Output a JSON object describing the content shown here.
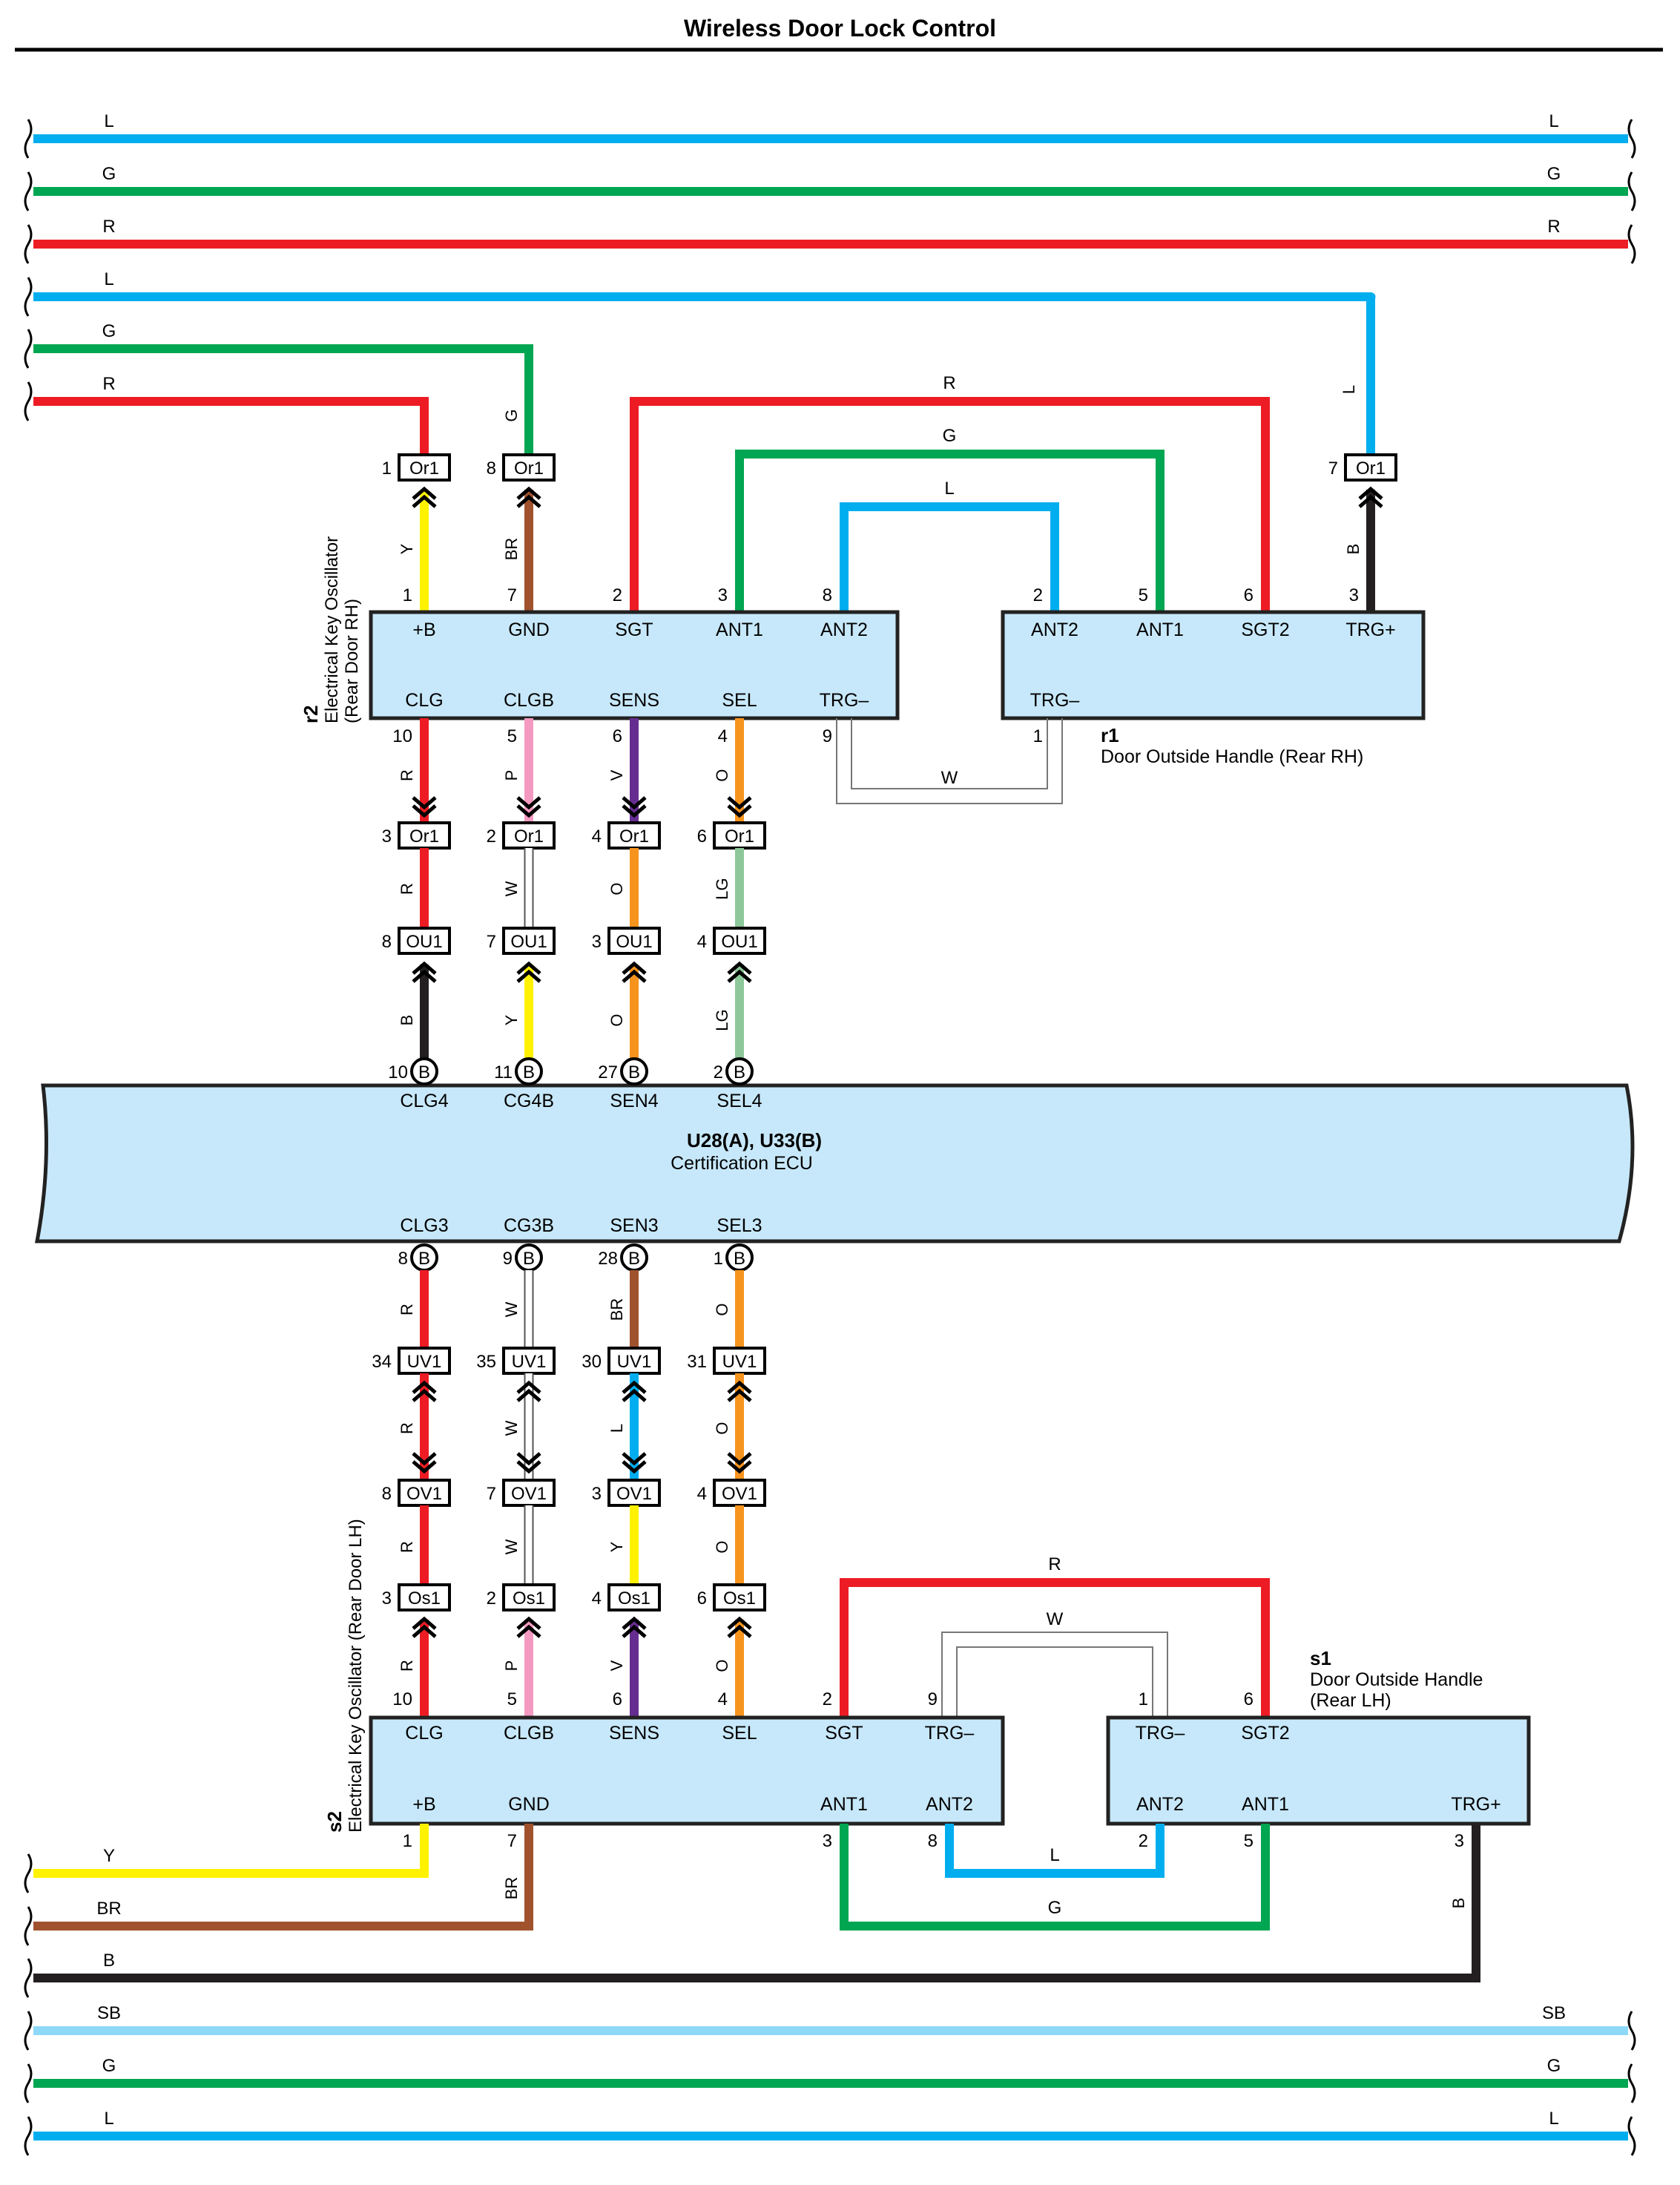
{
  "title": "Wireless Door Lock Control",
  "colors": {
    "L": "#00aeef",
    "G": "#00a651",
    "R": "#ed1c24",
    "Y": "#fff200",
    "BR": "#a0522d",
    "P": "#f49ac1",
    "V": "#662d91",
    "O": "#f7941d",
    "LG": "#8dc89b",
    "B": "#231f20",
    "W": "#ffffff",
    "SB": "#8ed8f8",
    "box_fill": "#c7e8fa",
    "ecu_fill": "#c7e8fa"
  },
  "buses": {
    "top": [
      {
        "code": "L",
        "left_label": "L",
        "right_label": "L"
      },
      {
        "code": "G",
        "left_label": "G",
        "right_label": "G"
      },
      {
        "code": "R",
        "left_label": "R",
        "right_label": "R"
      }
    ],
    "bottom": [
      {
        "code": "SB",
        "left_label": "SB",
        "right_label": "SB"
      },
      {
        "code": "G",
        "left_label": "G",
        "right_label": "G"
      },
      {
        "code": "L",
        "left_label": "L",
        "right_label": "L"
      }
    ]
  },
  "components": {
    "r2": {
      "code": "r2",
      "name": "Electrical Key Oscillator",
      "sub": "(Rear Door RH)",
      "top_pins": [
        "+B",
        "GND",
        "SGT",
        "ANT1",
        "ANT2"
      ],
      "top_nums": [
        "1",
        "7",
        "2",
        "3",
        "8"
      ],
      "bottom_pins": [
        "CLG",
        "CLGB",
        "SENS",
        "SEL",
        "TRG–"
      ],
      "bottom_nums": [
        "10",
        "5",
        "6",
        "4",
        "9"
      ]
    },
    "r1": {
      "code": "r1",
      "name": "Door Outside Handle (Rear RH)",
      "top_pins": [
        "ANT2",
        "ANT1",
        "SGT2",
        "TRG+"
      ],
      "top_nums": [
        "2",
        "5",
        "6",
        "3"
      ],
      "bottom_pins": [
        "TRG–"
      ],
      "bottom_nums": [
        "1"
      ]
    },
    "ecu": {
      "code": "U28(A), U33(B)",
      "name": "Certification ECU",
      "top_pins": [
        "CLG4",
        "CG4B",
        "SEN4",
        "SEL4"
      ],
      "top_nums": [
        "10",
        "11",
        "27",
        "2"
      ],
      "bottom_pins": [
        "CLG3",
        "CG3B",
        "SEN3",
        "SEL3"
      ],
      "bottom_nums": [
        "8",
        "9",
        "28",
        "1"
      ],
      "term": "B"
    },
    "s2": {
      "code": "s2",
      "name": "Electrical Key Oscillator (Rear Door LH)",
      "top_pins": [
        "CLG",
        "CLGB",
        "SENS",
        "SEL",
        "SGT",
        "TRG–"
      ],
      "top_nums": [
        "10",
        "5",
        "6",
        "4",
        "2",
        "9"
      ],
      "bottom_pins": [
        "+B",
        "GND",
        "ANT1",
        "ANT2"
      ],
      "bottom_nums": [
        "1",
        "7",
        "3",
        "8"
      ]
    },
    "s1": {
      "code": "s1",
      "name": "Door Outside Handle",
      "sub": "(Rear LH)",
      "top_pins": [
        "TRG–",
        "SGT2"
      ],
      "top_nums": [
        "1",
        "6"
      ],
      "bottom_pins": [
        "ANT2",
        "ANT1",
        "TRG+"
      ],
      "bottom_nums": [
        "2",
        "5",
        "3"
      ]
    }
  },
  "connectors": {
    "or1_top": [
      {
        "num": "1",
        "label": "Or1"
      },
      {
        "num": "8",
        "label": "Or1"
      },
      {
        "num": "7",
        "label": "Or1"
      }
    ],
    "or1_mid": [
      {
        "num": "3",
        "label": "Or1"
      },
      {
        "num": "2",
        "label": "Or1"
      },
      {
        "num": "4",
        "label": "Or1"
      },
      {
        "num": "6",
        "label": "Or1"
      }
    ],
    "ou1": [
      {
        "num": "8",
        "label": "OU1"
      },
      {
        "num": "7",
        "label": "OU1"
      },
      {
        "num": "3",
        "label": "OU1"
      },
      {
        "num": "4",
        "label": "OU1"
      }
    ],
    "uv1": [
      {
        "num": "34",
        "label": "UV1"
      },
      {
        "num": "35",
        "label": "UV1"
      },
      {
        "num": "30",
        "label": "UV1"
      },
      {
        "num": "31",
        "label": "UV1"
      }
    ],
    "ov1": [
      {
        "num": "8",
        "label": "OV1"
      },
      {
        "num": "7",
        "label": "OV1"
      },
      {
        "num": "3",
        "label": "OV1"
      },
      {
        "num": "4",
        "label": "OV1"
      }
    ],
    "os1": [
      {
        "num": "3",
        "label": "Os1"
      },
      {
        "num": "2",
        "label": "Os1"
      },
      {
        "num": "4",
        "label": "Os1"
      },
      {
        "num": "6",
        "label": "Os1"
      }
    ]
  },
  "wire_labels": {
    "top_branch": [
      "L",
      "G",
      "R"
    ],
    "top_bridge": [
      "R",
      "G",
      "L"
    ],
    "top_vert": [
      "G",
      "L",
      "Y",
      "BR",
      "B"
    ],
    "r2_down": [
      "R",
      "P",
      "V",
      "O"
    ],
    "trg_loop_top": "W",
    "mid_or1_ou1": [
      "R",
      "W",
      "O",
      "LG"
    ],
    "mid_ou1_ecu": [
      "B",
      "Y",
      "O",
      "LG"
    ],
    "ecu_uv1": [
      "R",
      "W",
      "BR",
      "O"
    ],
    "uv1_ov1": [
      "R",
      "W",
      "L",
      "O"
    ],
    "ov1_os1": [
      "R",
      "W",
      "Y",
      "O"
    ],
    "os1_s2": [
      "R",
      "P",
      "V",
      "O"
    ],
    "bottom_bridge_top": [
      "R",
      "W"
    ],
    "bottom_bridge_low": [
      "L",
      "G"
    ],
    "bottom_left": [
      "Y",
      "BR",
      "B"
    ],
    "bottom_vert": [
      "BR",
      "B"
    ]
  }
}
